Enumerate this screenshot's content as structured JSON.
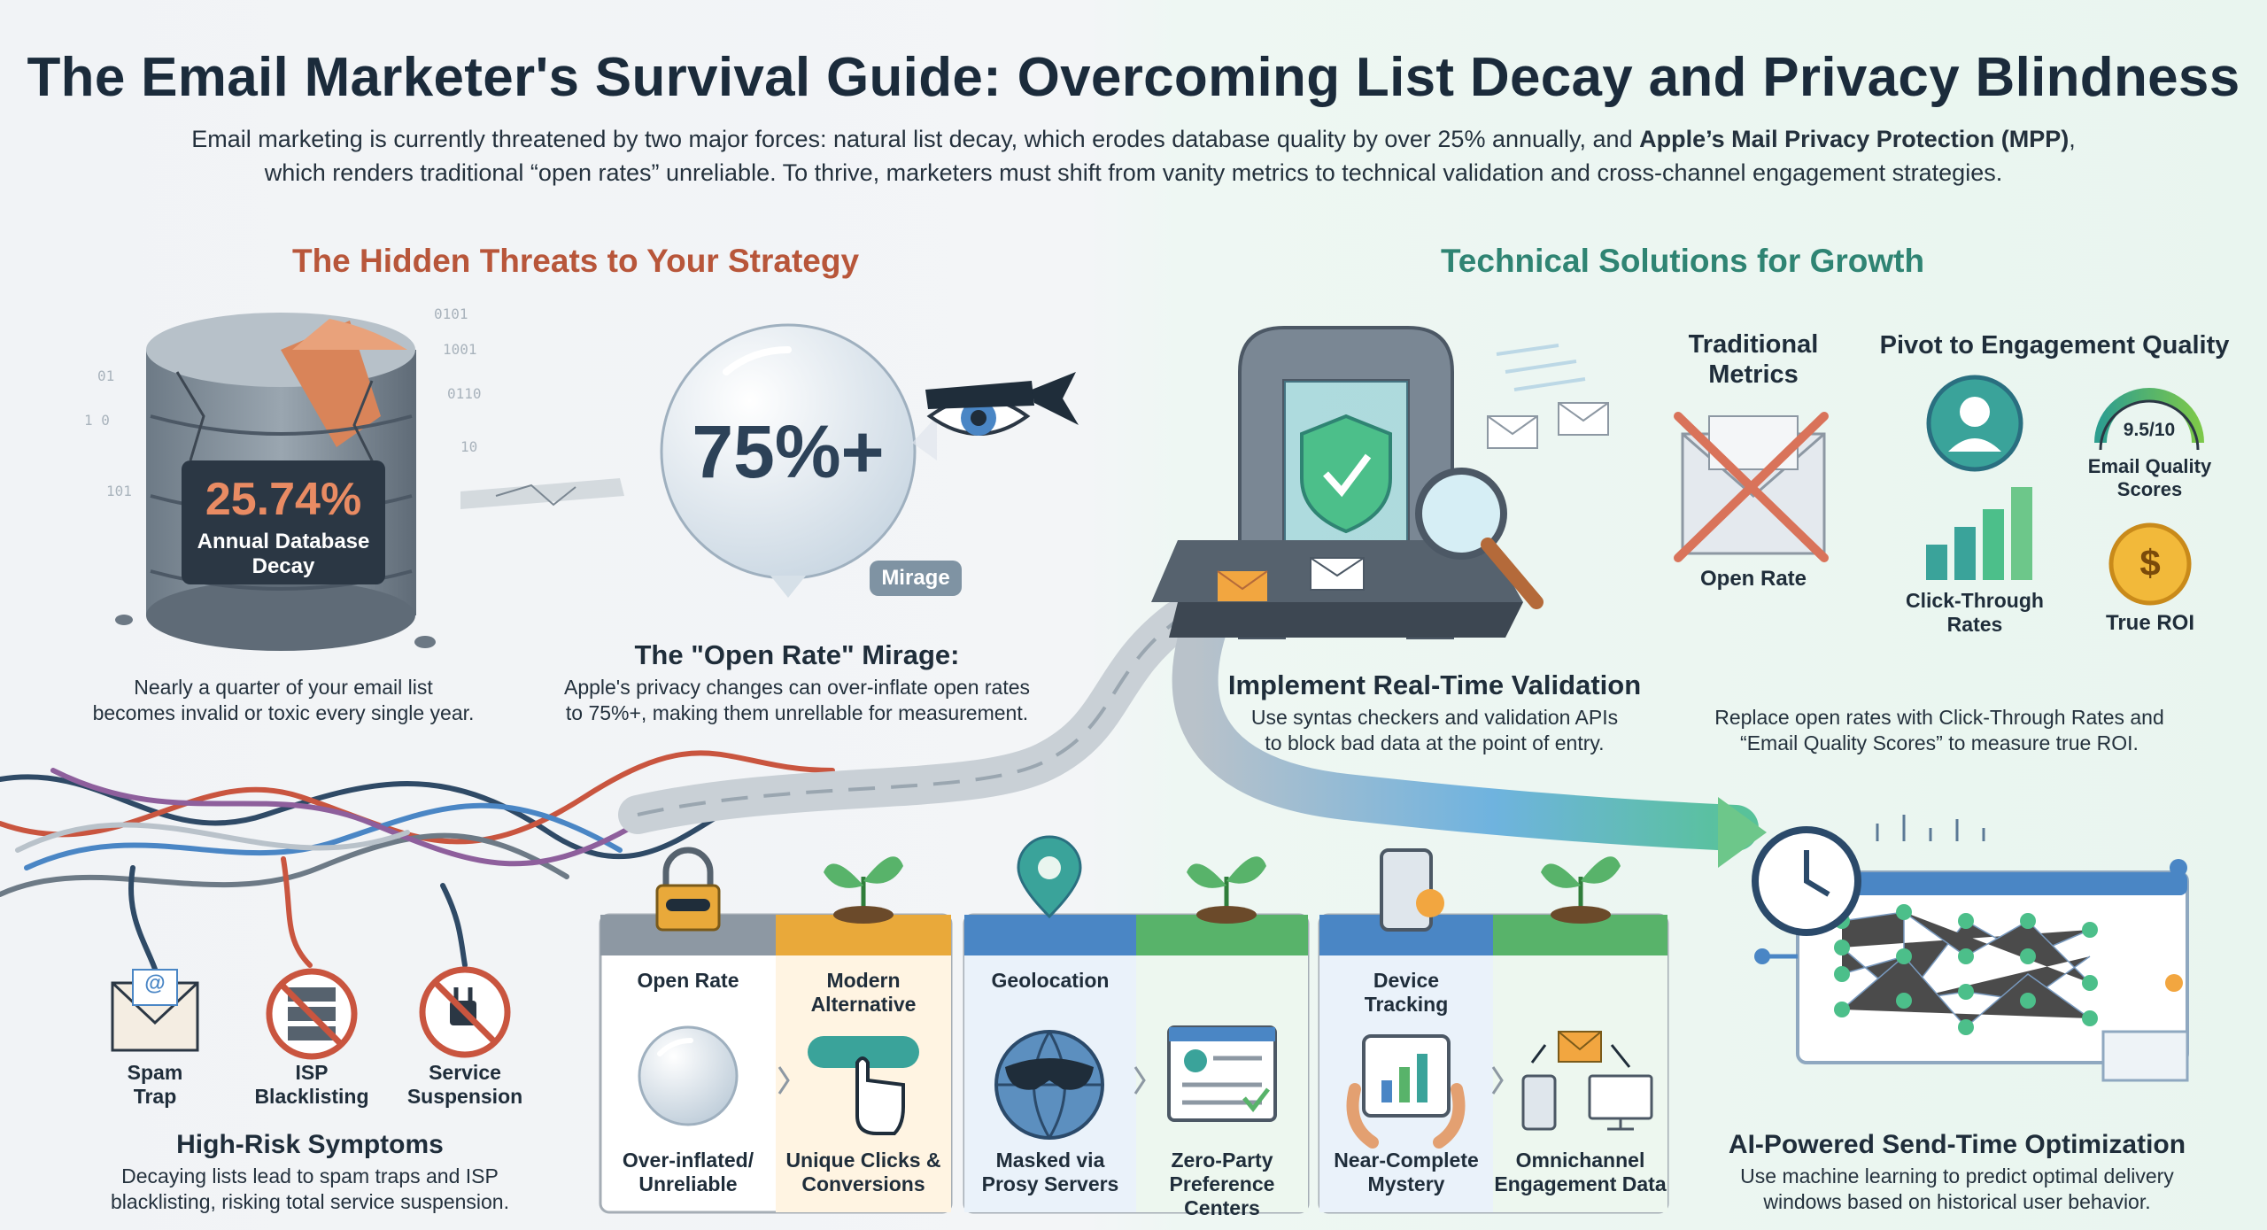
{
  "title": "The Email Marketer's Survival Guide: Overcoming List Decay and Privacy Blindness",
  "intro": {
    "line1_start": "Email marketing is currently threatened by two major forces: natural list decay, which erodes database quality by over 25% annually, and ",
    "line1_bold": "Apple’s Mail Privacy Protection (MPP)",
    "line1_end": ",",
    "line2": "which renders traditional “open rates” unreliable. To thrive, marketers must shift from vanity metrics to technical validation and cross-channel engagement strategies."
  },
  "left_section": {
    "heading": "The Hidden Threats to Your Strategy",
    "decay": {
      "stat": "25.74%",
      "label_line1": "Annual Database",
      "label_line2": "Decay",
      "caption_line1": "Nearly a quarter of your email list",
      "caption_line2": "becomes invalid or toxic every single year."
    },
    "mirage": {
      "bubble_value": "75%+",
      "pill": "Mirage",
      "heading": "The \"Open Rate\" Mirage:",
      "caption_line1": "Apple's privacy changes can over-inflate open rates",
      "caption_line2": "to 75%+, making them unrellable for measurement."
    },
    "symptoms": {
      "items": [
        {
          "label_line1": "Spam",
          "label_line2": "Trap"
        },
        {
          "label_line1": "ISP",
          "label_line2": "Blacklisting"
        },
        {
          "label_line1": "Service",
          "label_line2": "Suspension"
        }
      ],
      "heading": "High-Risk Symptoms",
      "caption_line1": "Decaying lists lead to spam traps and ISP",
      "caption_line2": "blacklisting, risking total service suspension."
    }
  },
  "right_section": {
    "heading": "Technical Solutions for Growth",
    "validation": {
      "heading": "Implement Real-Time Validation",
      "caption_line1": "Use syntas checkers and validation APIs",
      "caption_line2": "to block bad data at the point of entry."
    },
    "traditional": {
      "heading_line1": "Traditional",
      "heading_line2": "Metrics",
      "item": "Open Rate"
    },
    "pivot": {
      "heading": "Pivot to Engagement Quality",
      "score": "9.5/10",
      "score_label_line1": "Email Quality",
      "score_label_line2": "Scores",
      "ctr_line1": "Click-Through",
      "ctr_line2": "Rates",
      "roi": "True ROI",
      "dollar": "$",
      "caption_line1": "Replace open rates with Click-Through Rates and",
      "caption_line2": "“Email Quality Scores” to measure true ROI."
    },
    "ai": {
      "heading": "AI-Powered Send-Time Optimization",
      "caption_line1": "Use machine learning to predict optimal delivery",
      "caption_line2": "windows based on historical user behavior."
    }
  },
  "comparison_cards": [
    {
      "old_head_line1": "Open Rate",
      "old_head_line2": "",
      "old_cap_line1": "Over-inflated/",
      "old_cap_line2": "Unreliable",
      "new_head_line1": "Modern",
      "new_head_line2": "Alternative",
      "new_cap_line1": "Unique Clicks &",
      "new_cap_line2": "Conversions",
      "old_color": "#8d98a3",
      "new_color": "#e9a93a"
    },
    {
      "old_head_line1": "Geolocation",
      "old_head_line2": "",
      "old_cap_line1": "Masked via",
      "old_cap_line2": "Prosy Servers",
      "new_head_line1": "",
      "new_head_line2": "",
      "new_cap_line1": "Zero-Party",
      "new_cap_line2": "Preference Centers",
      "old_color": "#4a86c5",
      "new_color": "#58b36a"
    },
    {
      "old_head_line1": "Device",
      "old_head_line2": "Tracking",
      "old_cap_line1": "Near-Complete",
      "old_cap_line2": "Mystery",
      "new_head_line1": "",
      "new_head_line2": "",
      "new_cap_line1": "Omnichannel",
      "new_cap_line2": "Engagement Data",
      "old_color": "#4a86c5",
      "new_color": "#58b36a"
    }
  ],
  "colors": {
    "threat_accent": "#b8563a",
    "solution_accent": "#2f8473",
    "pipe_blue": "#4f9fd6",
    "danger_red": "#c9553f"
  }
}
